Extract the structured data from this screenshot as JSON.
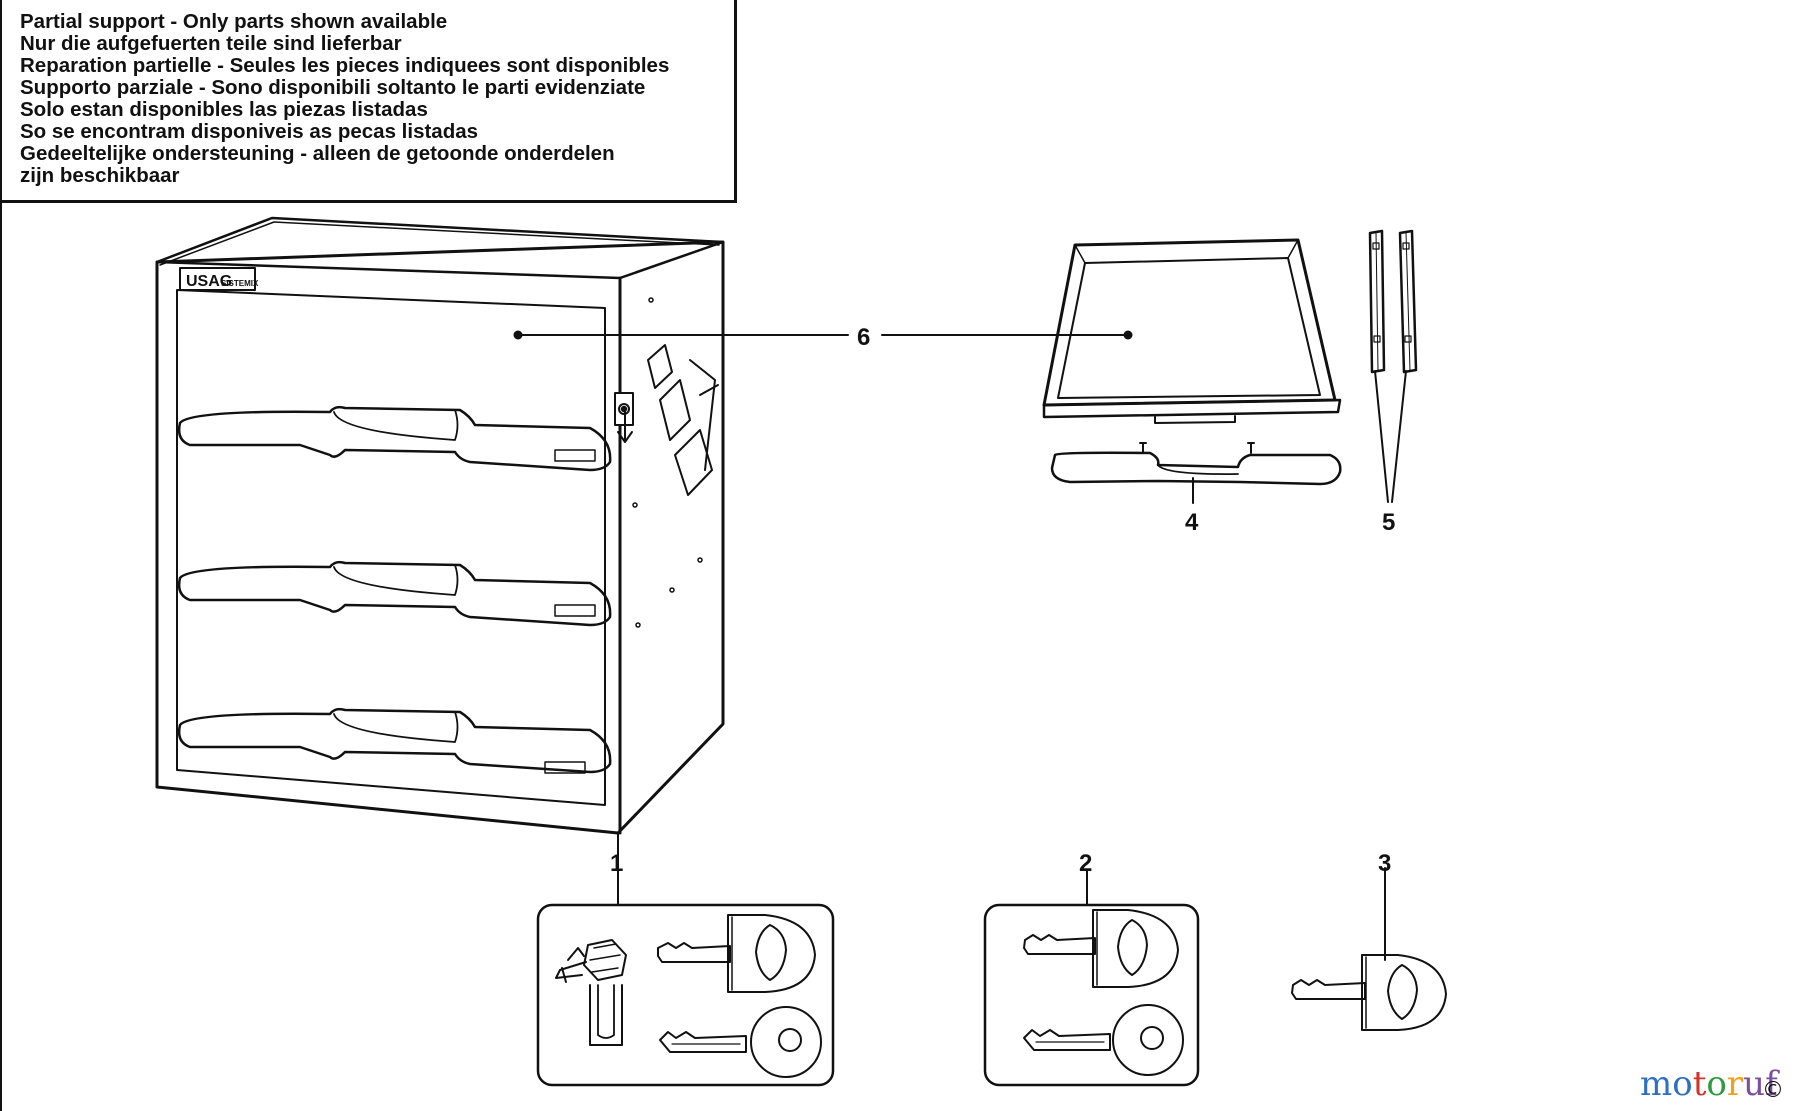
{
  "notice": {
    "lines": [
      "Partial support - Only parts shown available",
      "Nur die aufgefuerten teile sind lieferbar",
      "Reparation partielle - Seules les pieces indiquees sont disponibles",
      "Supporto parziale - Sono disponibili soltanto le parti evidenziate",
      "Solo estan disponibles las piezas listadas",
      "So se encontram disponiveis as pecas listadas",
      "Gedeeltelijke ondersteuning - alleen de getoonde onderdelen",
      "zijn beschikbaar"
    ]
  },
  "callouts": {
    "c1": "1",
    "c2": "2",
    "c3": "3",
    "c4": "4",
    "c5": "5",
    "c6": "6"
  },
  "branding": {
    "cabinet_logo": "USAG",
    "cabinet_sublogo": "SISTEMIX",
    "watermark": "motoruf",
    "copyright": "©"
  },
  "colors": {
    "line": "#111111",
    "watermark_blue": "#2e6fc0",
    "watermark_red": "#d2332c",
    "watermark_green": "#2f9b3f",
    "watermark_orange": "#f0a218",
    "watermark_purple": "#7d4ea0"
  }
}
